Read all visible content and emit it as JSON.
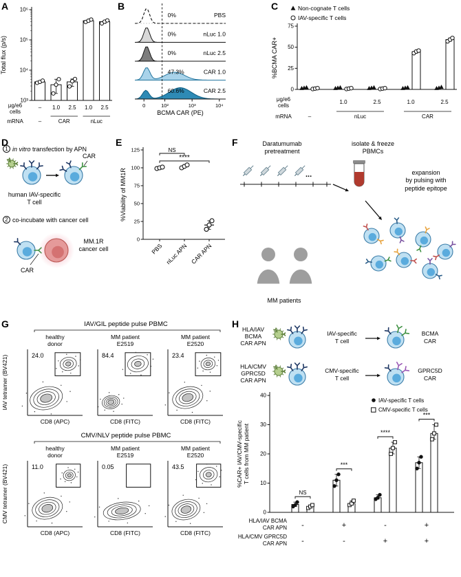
{
  "panelA": {
    "label": "A",
    "chart_data": {
      "type": "bar",
      "ylabel": "Total flux (p/s)",
      "yscale": "log",
      "ylim_log10": [
        3,
        6
      ],
      "ytick_labels": [
        "10³",
        "10⁴",
        "10⁵",
        "10⁶"
      ],
      "categories": [
        "–",
        "1.0",
        "2.5",
        "1.0",
        "2.5"
      ],
      "bar_means": [
        4100,
        3300,
        4100,
        430000,
        400000
      ],
      "points": [
        [
          3800,
          4100,
          4500
        ],
        [
          1700,
          3300,
          5000
        ],
        [
          2900,
          4300,
          5100
        ],
        [
          390000,
          430000,
          470000
        ],
        [
          350000,
          400000,
          440000
        ]
      ],
      "xrow1_label": "μg/e6 cells",
      "xrow2_label": "mRNA",
      "xrow2_groups": [
        {
          "label": "–",
          "from": 0,
          "to": 0
        },
        {
          "label": "CAR",
          "from": 1,
          "to": 2
        },
        {
          "label": "nLuc",
          "from": 3,
          "to": 4
        }
      ]
    }
  },
  "panelB": {
    "label": "B",
    "xlabel": "BCMA CAR (PE)",
    "xtick_labels": [
      "0",
      "10²",
      "10³",
      "10⁴"
    ],
    "rows": [
      {
        "pct": "0%",
        "name": "PBS",
        "style": "dashed"
      },
      {
        "pct": "0%",
        "name": "nLuc 1.0",
        "style": "gray-light"
      },
      {
        "pct": "0%",
        "name": "nLuc 2.5",
        "style": "gray-dark"
      },
      {
        "pct": "47.3%",
        "name": "CAR 1.0",
        "style": "blue-light"
      },
      {
        "pct": "60.6%",
        "name": "CAR 2.5",
        "style": "blue-dark"
      }
    ]
  },
  "panelC": {
    "label": "C",
    "legend": [
      {
        "marker": "triangle-filled",
        "label": "Non-cognate T cells"
      },
      {
        "marker": "circle-open",
        "label": "IAV-specific T cells"
      }
    ],
    "chart_data": {
      "type": "scatter-bar",
      "ylabel": "%BCMA CAR+",
      "ylim": [
        0,
        75
      ],
      "yticks": [
        0,
        25,
        50,
        75
      ],
      "groups": [
        {
          "cat": "",
          "tri": [
            0.5,
            1,
            1.5
          ],
          "circ": [
            0.5,
            1,
            1.5
          ],
          "circ_bar": null
        },
        {
          "cat": "1.0",
          "tri": [
            0.5,
            1,
            1.5
          ],
          "circ": [
            0.5,
            1,
            1.5
          ],
          "circ_bar": null
        },
        {
          "cat": "2.5",
          "tri": [
            0.5,
            1,
            1.5
          ],
          "circ": [
            0.5,
            1,
            1.5
          ],
          "circ_bar": null
        },
        {
          "cat": "1.0",
          "tri": [
            0.5,
            1,
            1.5
          ],
          "circ": [
            43,
            45,
            46
          ],
          "circ_bar": 44.7
        },
        {
          "cat": "2.5",
          "tri": [
            0.5,
            1,
            2
          ],
          "circ": [
            57,
            59,
            61
          ],
          "circ_bar": 59
        }
      ],
      "xrow1_label": "μg/e6 cells",
      "xrow2_label": "mRNA",
      "xrow2_groups": [
        {
          "label": "–",
          "from": 0,
          "to": 0
        },
        {
          "label": "nLuc",
          "from": 1,
          "to": 2
        },
        {
          "label": "CAR",
          "from": 3,
          "to": 4
        }
      ]
    }
  },
  "panelD": {
    "label": "D",
    "step1_num": "1",
    "step1_italic": "in vitro",
    "step1_rest": " transfection by APN",
    "car_label_1": "CAR",
    "tcell_line1": "human IAV-specific",
    "tcell_line2": "T cell",
    "step2_num": "2",
    "step2_text": "co-incubate with cancer cell",
    "car_label_2": "CAR",
    "cancer_line1": "MM.1R",
    "cancer_line2": "cancer cell"
  },
  "panelE": {
    "label": "E",
    "chart_data": {
      "type": "scatter",
      "ylabel": "%Viability of MM1R",
      "ylim": [
        0,
        125
      ],
      "yticks": [
        0,
        25,
        50,
        75,
        100,
        125
      ],
      "groups": [
        {
          "cat": "PBS",
          "points": [
            99,
            100,
            101
          ]
        },
        {
          "cat": "nLuc APN",
          "points": [
            100,
            102,
            104
          ]
        },
        {
          "cat": "CAR APN",
          "points": [
            14,
            20,
            26
          ],
          "mean": 20
        }
      ],
      "sig": [
        {
          "label": "NS",
          "from": 0,
          "to": 1
        },
        {
          "label": "****",
          "from": 0,
          "to": 2
        }
      ]
    }
  },
  "panelF": {
    "label": "F",
    "dara_line1": "Daratumumab",
    "dara_line2": "pretreatment",
    "dots": "...",
    "isolate_line1": "isolate & freeze",
    "isolate_line2": "PBMCs",
    "exp_line1": "expansion",
    "exp_line2": "by pulsing with",
    "exp_line3": "peptide epitope",
    "patients": "MM patients"
  },
  "panelG": {
    "label": "G",
    "blocks": [
      {
        "header": "IAV/GIL peptide pulse PBMC",
        "ylabel": "IAV tetramer (BV421)",
        "cols": [
          {
            "title1": "healthy",
            "title2": "donor",
            "xlabel": "CD8 (APC)",
            "value": "24.0"
          },
          {
            "title1": "MM patient",
            "title2": "E2519",
            "xlabel": "CD8 (FITC)",
            "value": "84.4"
          },
          {
            "title1": "MM patient",
            "title2": "E2520",
            "xlabel": "CD8 (FITC)",
            "value": "23.4"
          }
        ]
      },
      {
        "header": "CMV/NLV peptide pulse PBMC",
        "ylabel": "CMV tetramer (BV421)",
        "cols": [
          {
            "title1": "healthy",
            "title2": "donor",
            "xlabel": "CD8 (APC)",
            "value": "11.0"
          },
          {
            "title1": "MM patient",
            "title2": "E2519",
            "xlabel": "CD8 (FITC)",
            "value": "0.05"
          },
          {
            "title1": "MM patient",
            "title2": "E2520",
            "xlabel": "CD8 (FITC)",
            "value": "43.5"
          }
        ]
      }
    ]
  },
  "panelH": {
    "label": "H",
    "diagram_rows": [
      {
        "apn_line1": "HLA/IAV",
        "apn_line2": "BCMA",
        "apn_line3": "CAR APN",
        "cell_line1": "IAV-specific",
        "cell_line2": "T cell",
        "result_line1": "BCMA",
        "result_line2": "CAR",
        "car_color": "#3f9142"
      },
      {
        "apn_line1": "HLA/CMV",
        "apn_line2": "GPRC5D",
        "apn_line3": "CAR APN",
        "cell_line1": "CMV-specific",
        "cell_line2": "T cell",
        "result_line1": "GPRC5D",
        "result_line2": "CAR",
        "car_color": "#9b59b6"
      }
    ],
    "chart_data": {
      "type": "scatter-bar",
      "ylabel_line1": "%CAR+ IAV/CMV-specific",
      "ylabel_line2": "T cells from MM patient",
      "ylim": [
        0,
        40
      ],
      "yticks": [
        0,
        10,
        20,
        30,
        40
      ],
      "legend": [
        {
          "marker": "circle-filled",
          "label": "IAV-specific T cells"
        },
        {
          "marker": "square-open",
          "label": "CMV-specific T cells"
        }
      ],
      "groups": [
        {
          "circ": [
            2,
            2.5,
            3.5
          ],
          "circ_bar": 2.7,
          "sq": [
            1.5,
            2,
            2.5
          ],
          "sq_bar": 2,
          "sig": "NS"
        },
        {
          "circ": [
            9,
            11,
            13
          ],
          "circ_bar": 11,
          "sq": [
            2.5,
            3,
            4
          ],
          "sq_bar": 3,
          "sig": "***"
        },
        {
          "circ": [
            4.5,
            5,
            6
          ],
          "circ_bar": 5,
          "sq": [
            20,
            22,
            24
          ],
          "sq_bar": 22,
          "sig": "****"
        },
        {
          "circ": [
            15,
            17,
            19
          ],
          "circ_bar": 17,
          "sq": [
            25,
            27,
            30
          ],
          "sq_bar": 27,
          "sig": "***"
        }
      ],
      "xrows": [
        {
          "label_line1": "HLA/IAV BCMA",
          "label_line2": "CAR APN",
          "values": [
            "-",
            "+",
            "-",
            "+"
          ]
        },
        {
          "label_line1": "HLA/CMV GPRC5D",
          "label_line2": "CAR APN",
          "values": [
            "-",
            "-",
            "+",
            "+"
          ]
        }
      ]
    }
  },
  "colors": {
    "cell_body": "#bfe0f2",
    "cell_stroke": "#3a7ca8",
    "cell_nucleus": "#5aabdd",
    "receptor_navy": "#1f3864",
    "apn_fill": "#b5cf8e",
    "apn_stroke": "#5d7f3a",
    "cancer_body": "#e59a9a",
    "cancer_stroke": "#b85450",
    "cancer_nucleus": "#d47272",
    "hist_blue_light": "#a9d3ea",
    "hist_blue_dark": "#2e8ab5"
  }
}
